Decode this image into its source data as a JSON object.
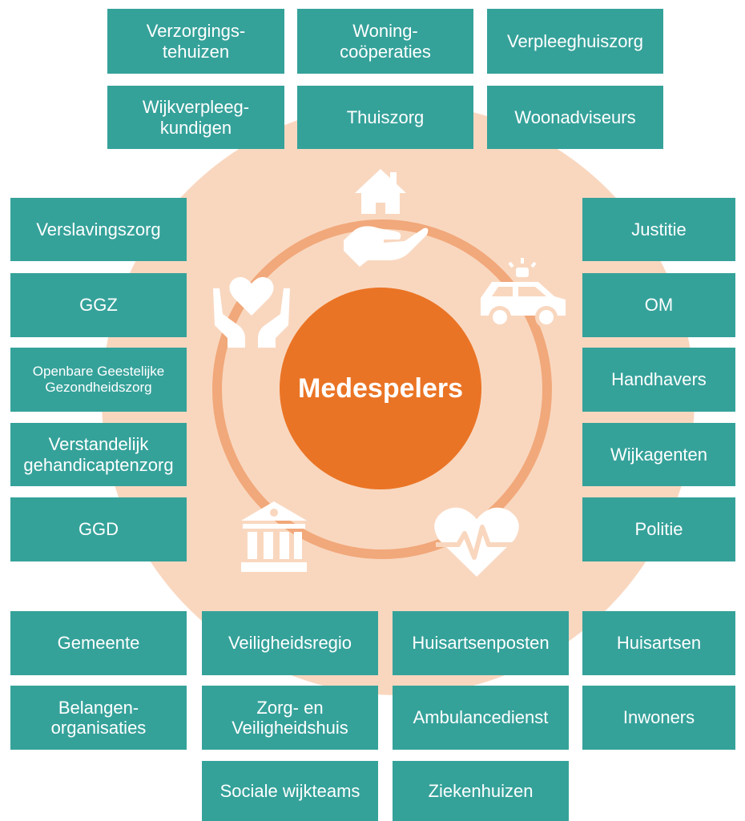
{
  "center_label": "Medespelers",
  "boxes": {
    "verzorgingstehuizen": "Verzorgings-\ntehuizen",
    "woningcooperaties": "Woning-\ncoöperaties",
    "verpleeghuiszorg": "Verpleeghuiszorg",
    "wijkverpleegkundigen": "Wijkverpleeg-\nkundigen",
    "thuiszorg": "Thuiszorg",
    "woonadviseurs": "Woonadviseurs",
    "verslavingszorg": "Verslavingszorg",
    "ggz": "GGZ",
    "openbare_ggz": "Openbare Geestelijke\nGezondheidszorg",
    "verstandelijk": "Verstandelijk\ngehandicaptenzorg",
    "ggd": "GGD",
    "justitie": "Justitie",
    "om": "OM",
    "handhavers": "Handhavers",
    "wijkagenten": "Wijkagenten",
    "politie": "Politie",
    "gemeente": "Gemeente",
    "veiligheidsregio": "Veiligheidsregio",
    "huisartsenposten": "Huisartsenposten",
    "huisartsen": "Huisartsen",
    "belangenorganisaties": "Belangen-\norganisaties",
    "zorg_veiligheidshuis": "Zorg- en\nVeiligheidshuis",
    "ambulancedienst": "Ambulancedienst",
    "inwoners": "Inwoners",
    "sociale_wijkteams": "Sociale wijkteams",
    "ziekenhuizen": "Ziekenhuizen"
  },
  "icons": [
    "house-in-hand-icon",
    "police-car-icon",
    "heartbeat-icon",
    "government-building-icon",
    "heart-in-hands-icon"
  ],
  "colors": {
    "teal": "#35a29a",
    "orange": "#ea7425",
    "peach": "#f9d7bf",
    "ring": "#f1a87a"
  }
}
